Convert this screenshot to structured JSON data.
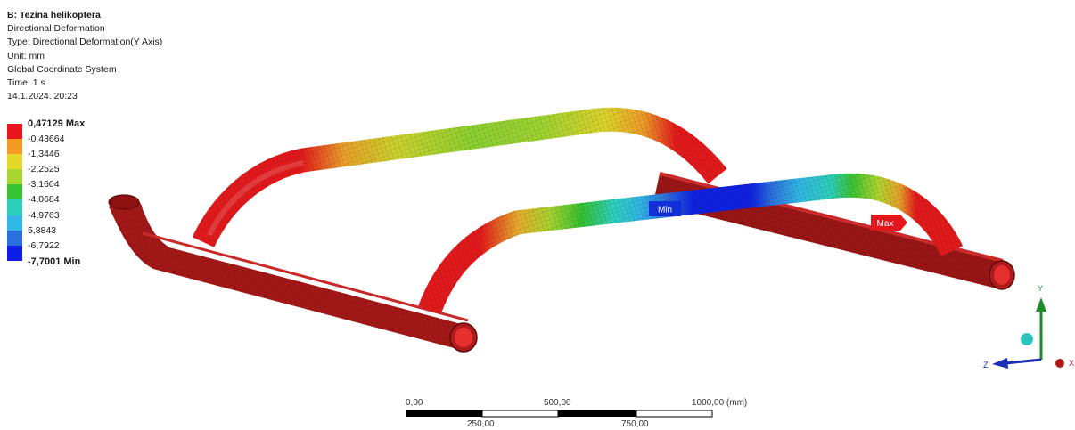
{
  "info": {
    "title": "B: Tezina helikoptera",
    "result": "Directional Deformation",
    "type": "Type: Directional Deformation(Y Axis)",
    "unit": "Unit: mm",
    "coordinate_system": "Global Coordinate System",
    "time": "Time: 1 s",
    "date": "14.1.2024. 20:23"
  },
  "legend": {
    "entries": [
      {
        "label": "0,47129 Max",
        "color": "#e8161c"
      },
      {
        "label": "-0,43664",
        "color": "#f39b22"
      },
      {
        "label": "-1,3446",
        "color": "#e5d729"
      },
      {
        "label": "-2,2525",
        "color": "#a8d630"
      },
      {
        "label": "-3,1604",
        "color": "#38c331"
      },
      {
        "label": "-4,0684",
        "color": "#2fcfbd"
      },
      {
        "label": "-4,9763",
        "color": "#31b7e6"
      },
      {
        "label": "5,8843",
        "color": "#2c6fe0"
      },
      {
        "label": "-6,7922",
        "color": "#0e1ee6"
      }
    ],
    "min_label": "-7,7001 Min"
  },
  "markers": {
    "min": "Min",
    "max": "Max"
  },
  "triad": {
    "x": "X",
    "y": "Y",
    "z": "Z"
  },
  "scale_bar": {
    "top_labels": [
      "0,00",
      "500,00",
      "1000,00 (mm)"
    ],
    "bottom_labels": [
      "250,00",
      "750,00"
    ]
  }
}
